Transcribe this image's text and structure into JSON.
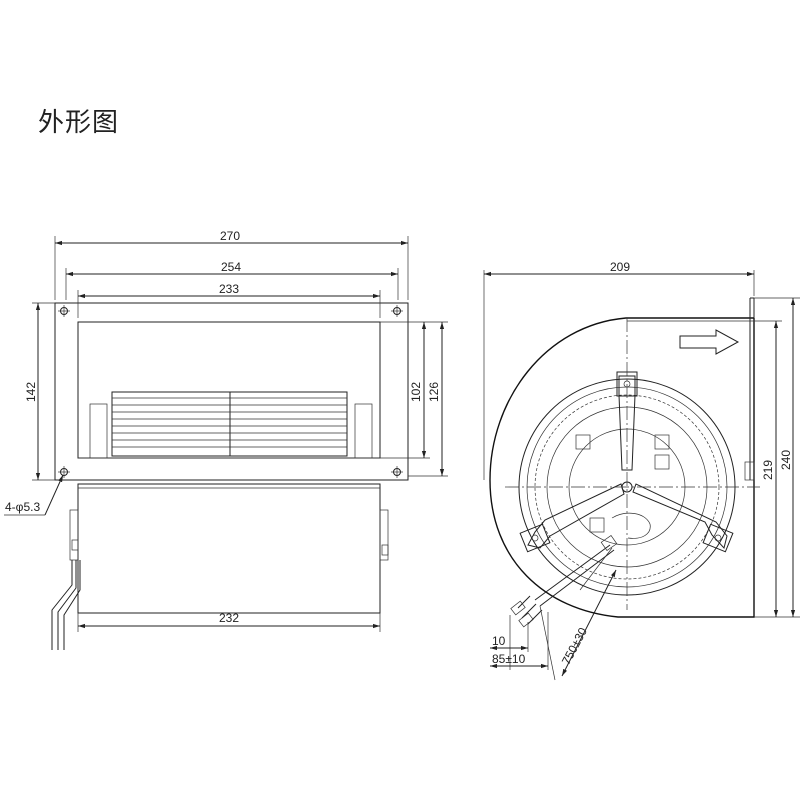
{
  "title": "外形图",
  "dimensions": {
    "width_270": "270",
    "width_254": "254",
    "width_233": "233",
    "height_142": "142",
    "height_102": "102",
    "height_126": "126",
    "holes": "4-φ5.3",
    "width_232": "232",
    "width_209": "209",
    "height_219": "219",
    "height_240": "240",
    "lead_10": "10",
    "lead_85": "85±10",
    "lead_750": "750±30"
  },
  "colors": {
    "line": "#222222",
    "background": "#ffffff"
  },
  "icons": [
    "flow-direction-arrow-icon"
  ]
}
